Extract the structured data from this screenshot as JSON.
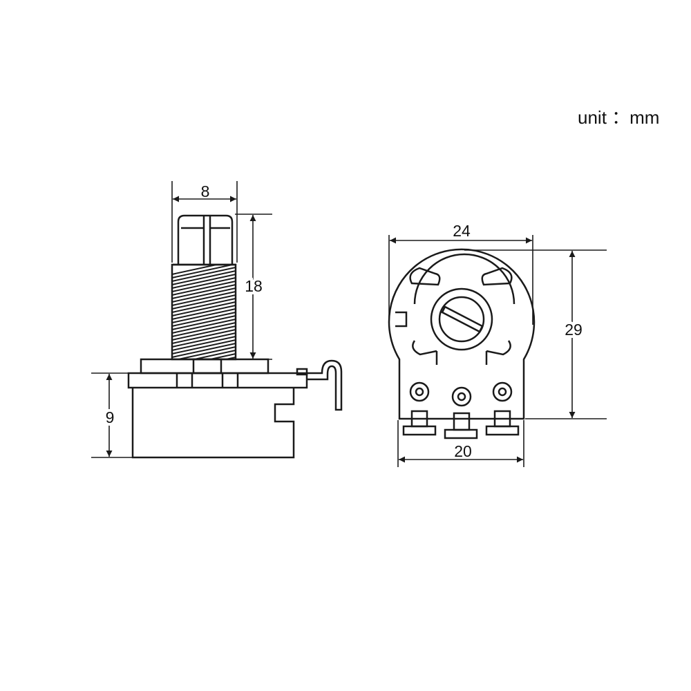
{
  "unit_label": "unit ：mm",
  "side_view": {
    "dimensions": {
      "shaft_diameter": "8",
      "shaft_length": "18",
      "body_height": "9"
    }
  },
  "front_view": {
    "dimensions": {
      "body_width": "24",
      "overall_height": "29",
      "terminal_span": "20"
    },
    "terminal_count": 3
  },
  "colors": {
    "line": "#1a1a1a",
    "background": "#ffffff"
  }
}
